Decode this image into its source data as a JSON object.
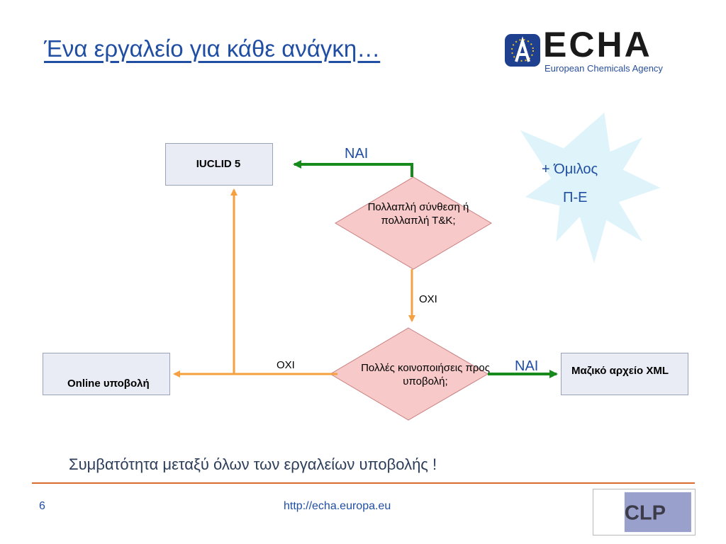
{
  "title": "Ένα εργαλείο για κάθε ανάγκη…",
  "logo": {
    "word": "ECHA",
    "subtitle": "European Chemicals Agency"
  },
  "diagram": {
    "box_iuclid": "IUCLID 5",
    "box_online": "Online υποβολή",
    "box_xml": "Μαζικό αρχείο XML",
    "decision1": "Πολλαπλή σύνθεση ή πολλαπλή Τ&Κ;",
    "decision2": "Πολλές κοινοποιήσεις προς υποβολή;",
    "yes1": "ΝΑΙ",
    "yes2": "ΝΑΙ",
    "no1": "ΟΧΙ",
    "no2": "ΟΧΙ",
    "star_line1": "+ Όμιλος",
    "star_line2": "Π-Ε"
  },
  "footer": {
    "statement": "Συμβατότητα μεταξύ όλων των εργαλείων υποβολής !",
    "page_number": "6",
    "url": "http://echa.europa.eu",
    "badge": "CLP"
  },
  "colors": {
    "title": "#1f4ea3",
    "decision_fill": "#f7c9c9",
    "arrow_orange": "#f5a142",
    "arrow_green": "#168a1a",
    "star_fill": "#dff3fb",
    "rule": "#d96b2c"
  }
}
